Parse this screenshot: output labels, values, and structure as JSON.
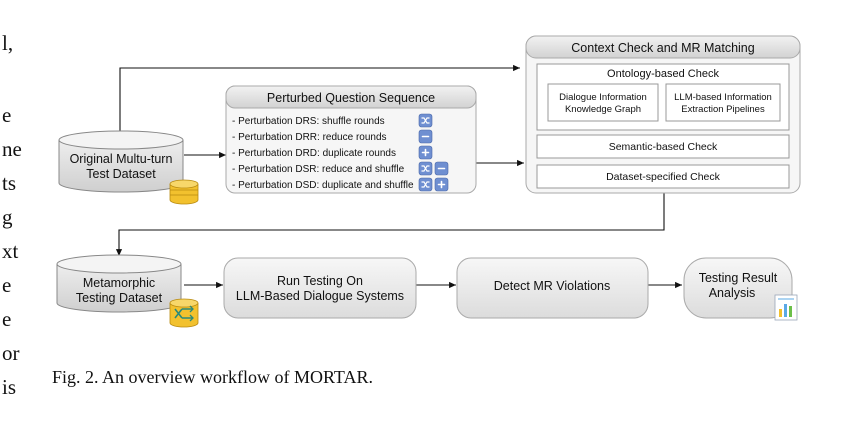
{
  "left_text_fragments": [
    "l,",
    "e",
    "ne",
    "ts",
    "g",
    "xt",
    "e",
    "e",
    "or",
    "is"
  ],
  "original_dataset": {
    "line1": "Original Multu-turn",
    "line2": "Test Dataset"
  },
  "perturbed": {
    "title": "Perturbed Question Sequence",
    "items": [
      "- Perturbation DRS: shuffle rounds",
      "- Perturbation DRR: reduce rounds",
      "- Perturbation DRD: duplicate rounds",
      "- Perturbation DSR: reduce and shuffle",
      "- Perturbation DSD: duplicate and shuffle"
    ],
    "icons": [
      [
        "shuffle"
      ],
      [
        "minus"
      ],
      [
        "plus"
      ],
      [
        "shuffle",
        "minus"
      ],
      [
        "shuffle",
        "plus"
      ]
    ]
  },
  "context_check": {
    "title": "Context Check and MR Matching",
    "ontology": {
      "title": "Ontology-based Check",
      "sub1": [
        "Dialogue Information",
        "Knowledge Graph"
      ],
      "sub2": [
        "LLM-based Information",
        "Extraction Pipelines"
      ]
    },
    "semantic": "Semantic-based Check",
    "dataset_specified": "Dataset-specified Check"
  },
  "metamorphic": {
    "line1": "Metamorphic",
    "line2": "Testing Dataset"
  },
  "run_testing": {
    "line1": "Run Testing On",
    "line2": "LLM-Based Dialogue Systems"
  },
  "detect": "Detect MR Violations",
  "result": {
    "line1": "Testing Result",
    "line2": "Analysis"
  },
  "caption": "Fig. 2.  An overview workflow of MORTAR.",
  "colors": {
    "icon_blue": "#6f8fd1",
    "db_yellow": "#f2c12e",
    "box_gray": "#ececec",
    "title_gray": "#dcdcdc"
  }
}
